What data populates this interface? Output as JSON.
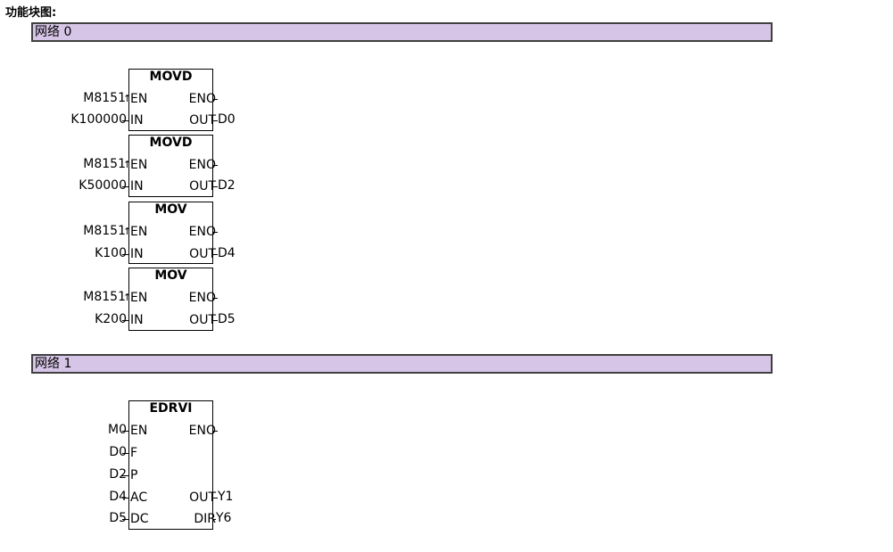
{
  "page": {
    "title": "功能块图:"
  },
  "networks": [
    {
      "label": "网络 0",
      "blocks": [
        {
          "name": "MOVD",
          "inputs": [
            {
              "pin": "EN",
              "operand": "M8151",
              "edge": "↑"
            },
            {
              "pin": "IN",
              "operand": "K100000"
            }
          ],
          "outputs": [
            {
              "pin": "ENO",
              "operand": ""
            },
            {
              "pin": "OUT",
              "operand": "D0"
            }
          ]
        },
        {
          "name": "MOVD",
          "inputs": [
            {
              "pin": "EN",
              "operand": "M8151",
              "edge": "↑"
            },
            {
              "pin": "IN",
              "operand": "K50000"
            }
          ],
          "outputs": [
            {
              "pin": "ENO",
              "operand": ""
            },
            {
              "pin": "OUT",
              "operand": "D2"
            }
          ]
        },
        {
          "name": "MOV",
          "inputs": [
            {
              "pin": "EN",
              "operand": "M8151",
              "edge": "↑"
            },
            {
              "pin": "IN",
              "operand": "K100"
            }
          ],
          "outputs": [
            {
              "pin": "ENO",
              "operand": ""
            },
            {
              "pin": "OUT",
              "operand": "D4"
            }
          ]
        },
        {
          "name": "MOV",
          "inputs": [
            {
              "pin": "EN",
              "operand": "M8151",
              "edge": "↑"
            },
            {
              "pin": "IN",
              "operand": "K200"
            }
          ],
          "outputs": [
            {
              "pin": "ENO",
              "operand": ""
            },
            {
              "pin": "OUT",
              "operand": "D5"
            }
          ]
        }
      ]
    },
    {
      "label": "网络 1",
      "blocks": [
        {
          "name": "EDRVI",
          "inputs": [
            {
              "pin": "EN",
              "operand": "M0"
            },
            {
              "pin": "F",
              "operand": "D0"
            },
            {
              "pin": "P",
              "operand": "D2"
            },
            {
              "pin": "AC",
              "operand": "D4"
            },
            {
              "pin": "DC",
              "operand": "D5"
            }
          ],
          "outputs": [
            {
              "pin": "ENO",
              "operand": "",
              "row": 0
            },
            {
              "pin": "OUT",
              "operand": "Y1",
              "row": 3
            },
            {
              "pin": "DIR",
              "operand": "Y6",
              "row": 4
            }
          ]
        }
      ]
    }
  ]
}
